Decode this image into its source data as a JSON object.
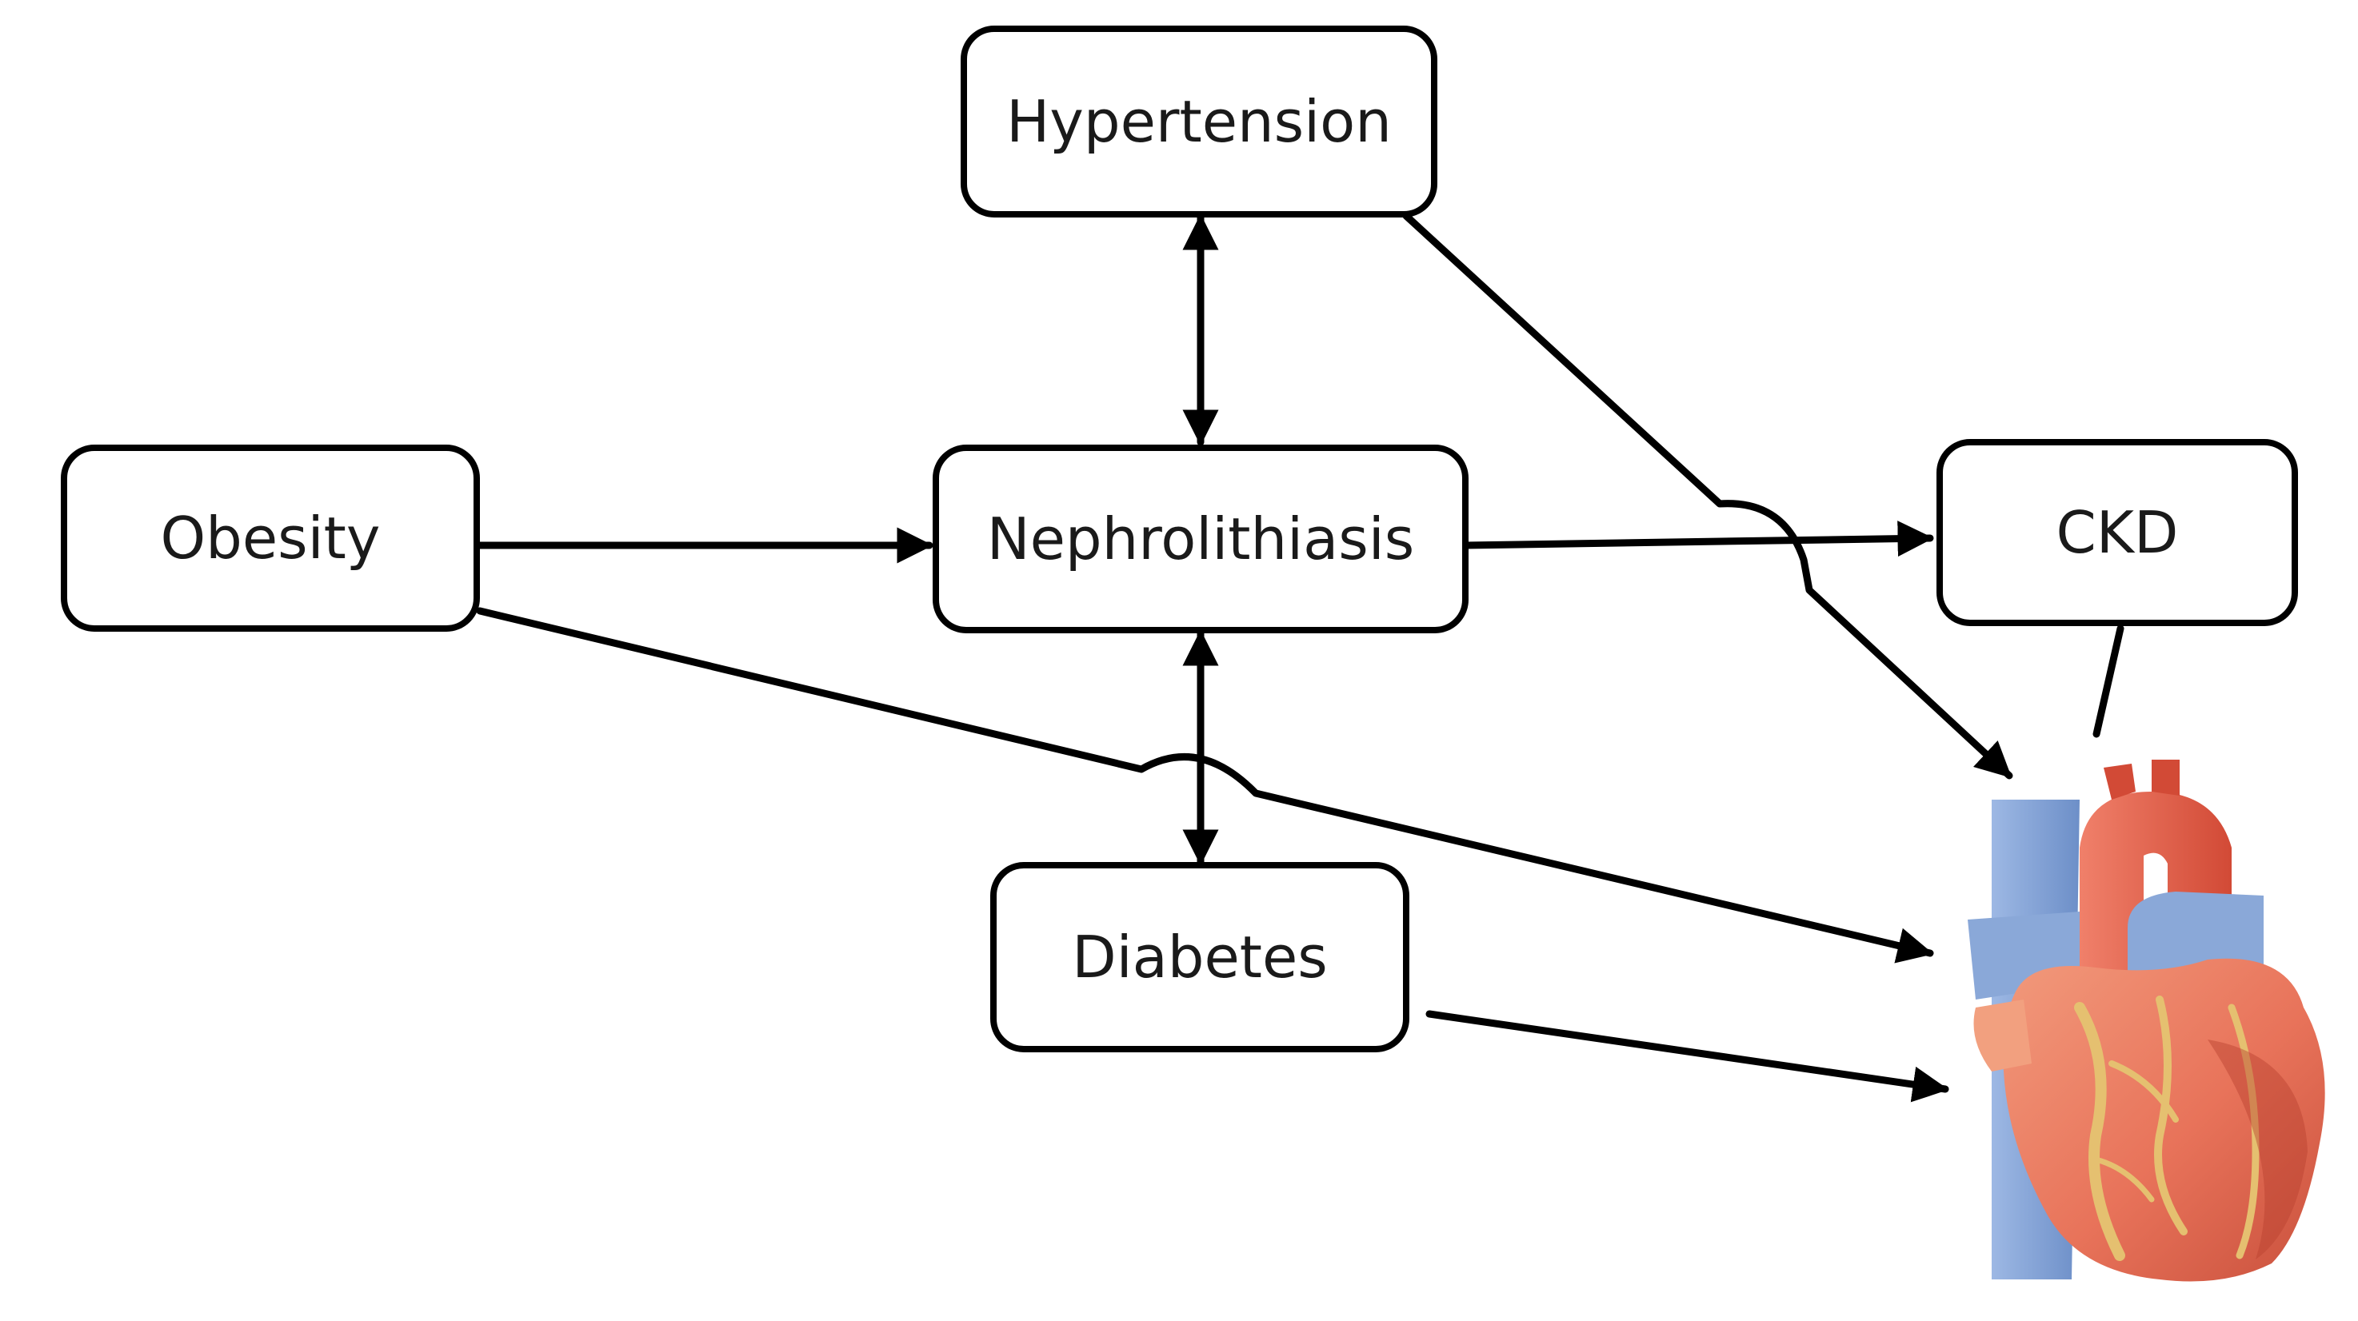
{
  "nodes": {
    "hypertension": {
      "label": "Hypertension"
    },
    "obesity": {
      "label": "Obesity"
    },
    "nephrolithiasis": {
      "label": "Nephrolithiasis"
    },
    "ckd": {
      "label": "CKD"
    },
    "diabetes": {
      "label": "Diabetes"
    }
  },
  "heart": {
    "icon": "heart-illustration",
    "colors": {
      "muscle": "#e8735a",
      "muscle_dark": "#c9503c",
      "muscle_light": "#f2a07f",
      "vessels": "#e5c070",
      "vein": "#8aa8d8",
      "vein_dark": "#6d8fc8",
      "aorta": "#e0523f"
    }
  },
  "edge_color": "#000000"
}
